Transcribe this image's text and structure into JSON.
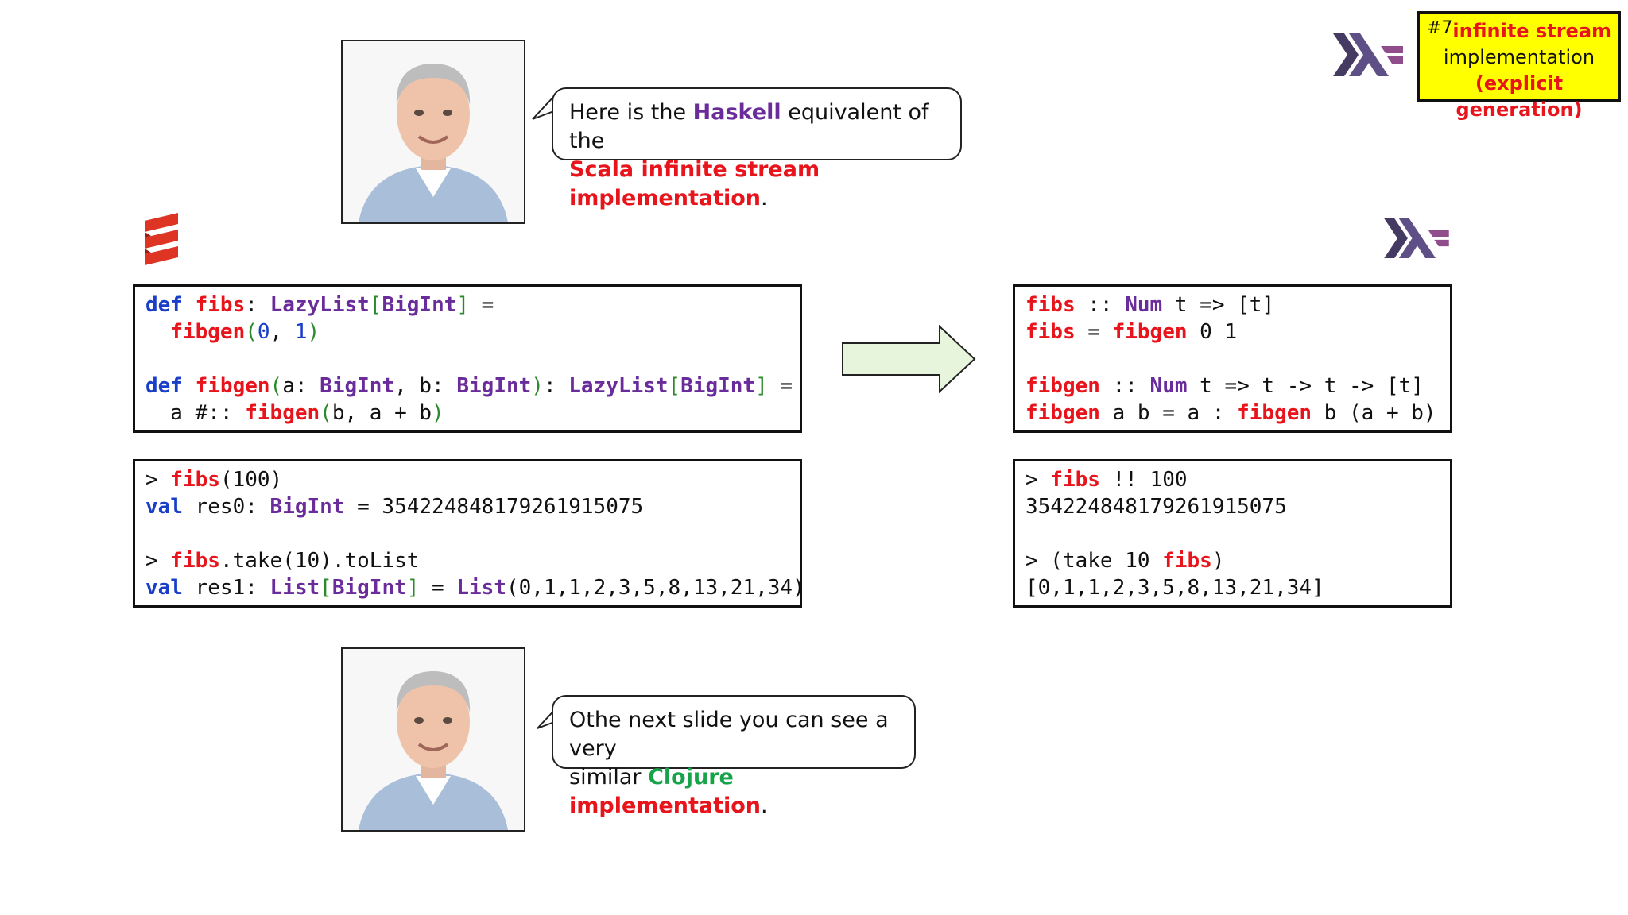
{
  "tag": {
    "number": "#7",
    "line1": "infinite stream",
    "line2": "implementation",
    "line3_open": "(",
    "line3_text": "explicit generation",
    "line3_close": ")"
  },
  "bubble_top": {
    "p1": "Here is the ",
    "haskell": "Haskell",
    "p2": " equivalent of the",
    "highlight": "Scala infinite stream implementation",
    "end": "."
  },
  "bubble_bottom": {
    "p1": "Othe next slide you can see a very",
    "p2": "similar ",
    "clojure": "Clojure",
    "impl": " implementation",
    "end": "."
  },
  "scala_code": {
    "l1_def": "def",
    "l1_name": "fibs",
    "l1_colon": ": ",
    "l1_type": "LazyList",
    "l1_br1": "[",
    "l1_type2": "BigInt",
    "l1_br2": "]",
    "l1_eq": " =",
    "l2_indent": "  ",
    "l2_call": "fibgen",
    "l2_p1": "(",
    "l2_a": "0",
    "l2_comma": ", ",
    "l2_b": "1",
    "l2_p2": ")",
    "l4_def": "def",
    "l4_name": "fibgen",
    "l4_p1": "(",
    "l4_a": "a: ",
    "l4_t1": "BigInt",
    "l4_sep": ", b: ",
    "l4_t2": "BigInt",
    "l4_p2": ")",
    "l4_colon": ": ",
    "l4_t3": "LazyList",
    "l4_br1": "[",
    "l4_t4": "BigInt",
    "l4_br2": "]",
    "l4_eq": " =",
    "l5_pre": "  a #:: ",
    "l5_call": "fibgen",
    "l5_p1": "(",
    "l5_args": "b, a + b",
    "l5_p2": ")"
  },
  "scala_repl": {
    "r1_prompt": "> ",
    "r1_name": "fibs",
    "r1_rest": "(100)",
    "r2_val": "val",
    "r2_name": " res0: ",
    "r2_type": "BigInt",
    "r2_rest": " = 354224848179261915075",
    "r4_prompt": "> ",
    "r4_name": "fibs",
    "r4_rest": ".take(10).toList",
    "r5_val": "val",
    "r5_name": " res1: ",
    "r5_type": "List",
    "r5_br1": "[",
    "r5_type2": "BigInt",
    "r5_br2": "]",
    "r5_eq": " = ",
    "r5_type3": "List",
    "r5_rest": "(0,1,1,2,3,5,8,13,21,34)"
  },
  "haskell_code": {
    "h1_name": "fibs",
    "h1_a": " :: ",
    "h1_type": "Num",
    "h1_b": " t => [t]",
    "h2_name": "fibs",
    "h2_a": " = ",
    "h2_call": "fibgen",
    "h2_b": " 0 1",
    "h4_name": "fibgen",
    "h4_a": " :: ",
    "h4_type": "Num",
    "h4_b": " t => t -> t -> [t]",
    "h5_name": "fibgen",
    "h5_a": " a b = a : ",
    "h5_call": "fibgen",
    "h5_b": " b (a + b)"
  },
  "haskell_repl": {
    "g1_prompt": "> ",
    "g1_name": "fibs",
    "g1_rest": " !! 100",
    "g2": "354224848179261915075",
    "g4_pre": "> (take 10 ",
    "g4_name": "fibs",
    "g4_post": ")",
    "g5": "[0,1,1,2,3,5,8,13,21,34]"
  },
  "colors": {
    "keyword": "#1a3ec8",
    "function": "#e8141b",
    "type": "#6a2c9a",
    "arrow_fill": "#e6f5dc",
    "tag_bg": "#ffff00",
    "scala_red": "#de3423",
    "haskell_dark": "#453a62",
    "haskell_light": "#8f4e8b"
  },
  "icons": {
    "scala": "scala-logo-icon",
    "haskell": "haskell-logo-icon",
    "arrow": "right-arrow-icon"
  }
}
